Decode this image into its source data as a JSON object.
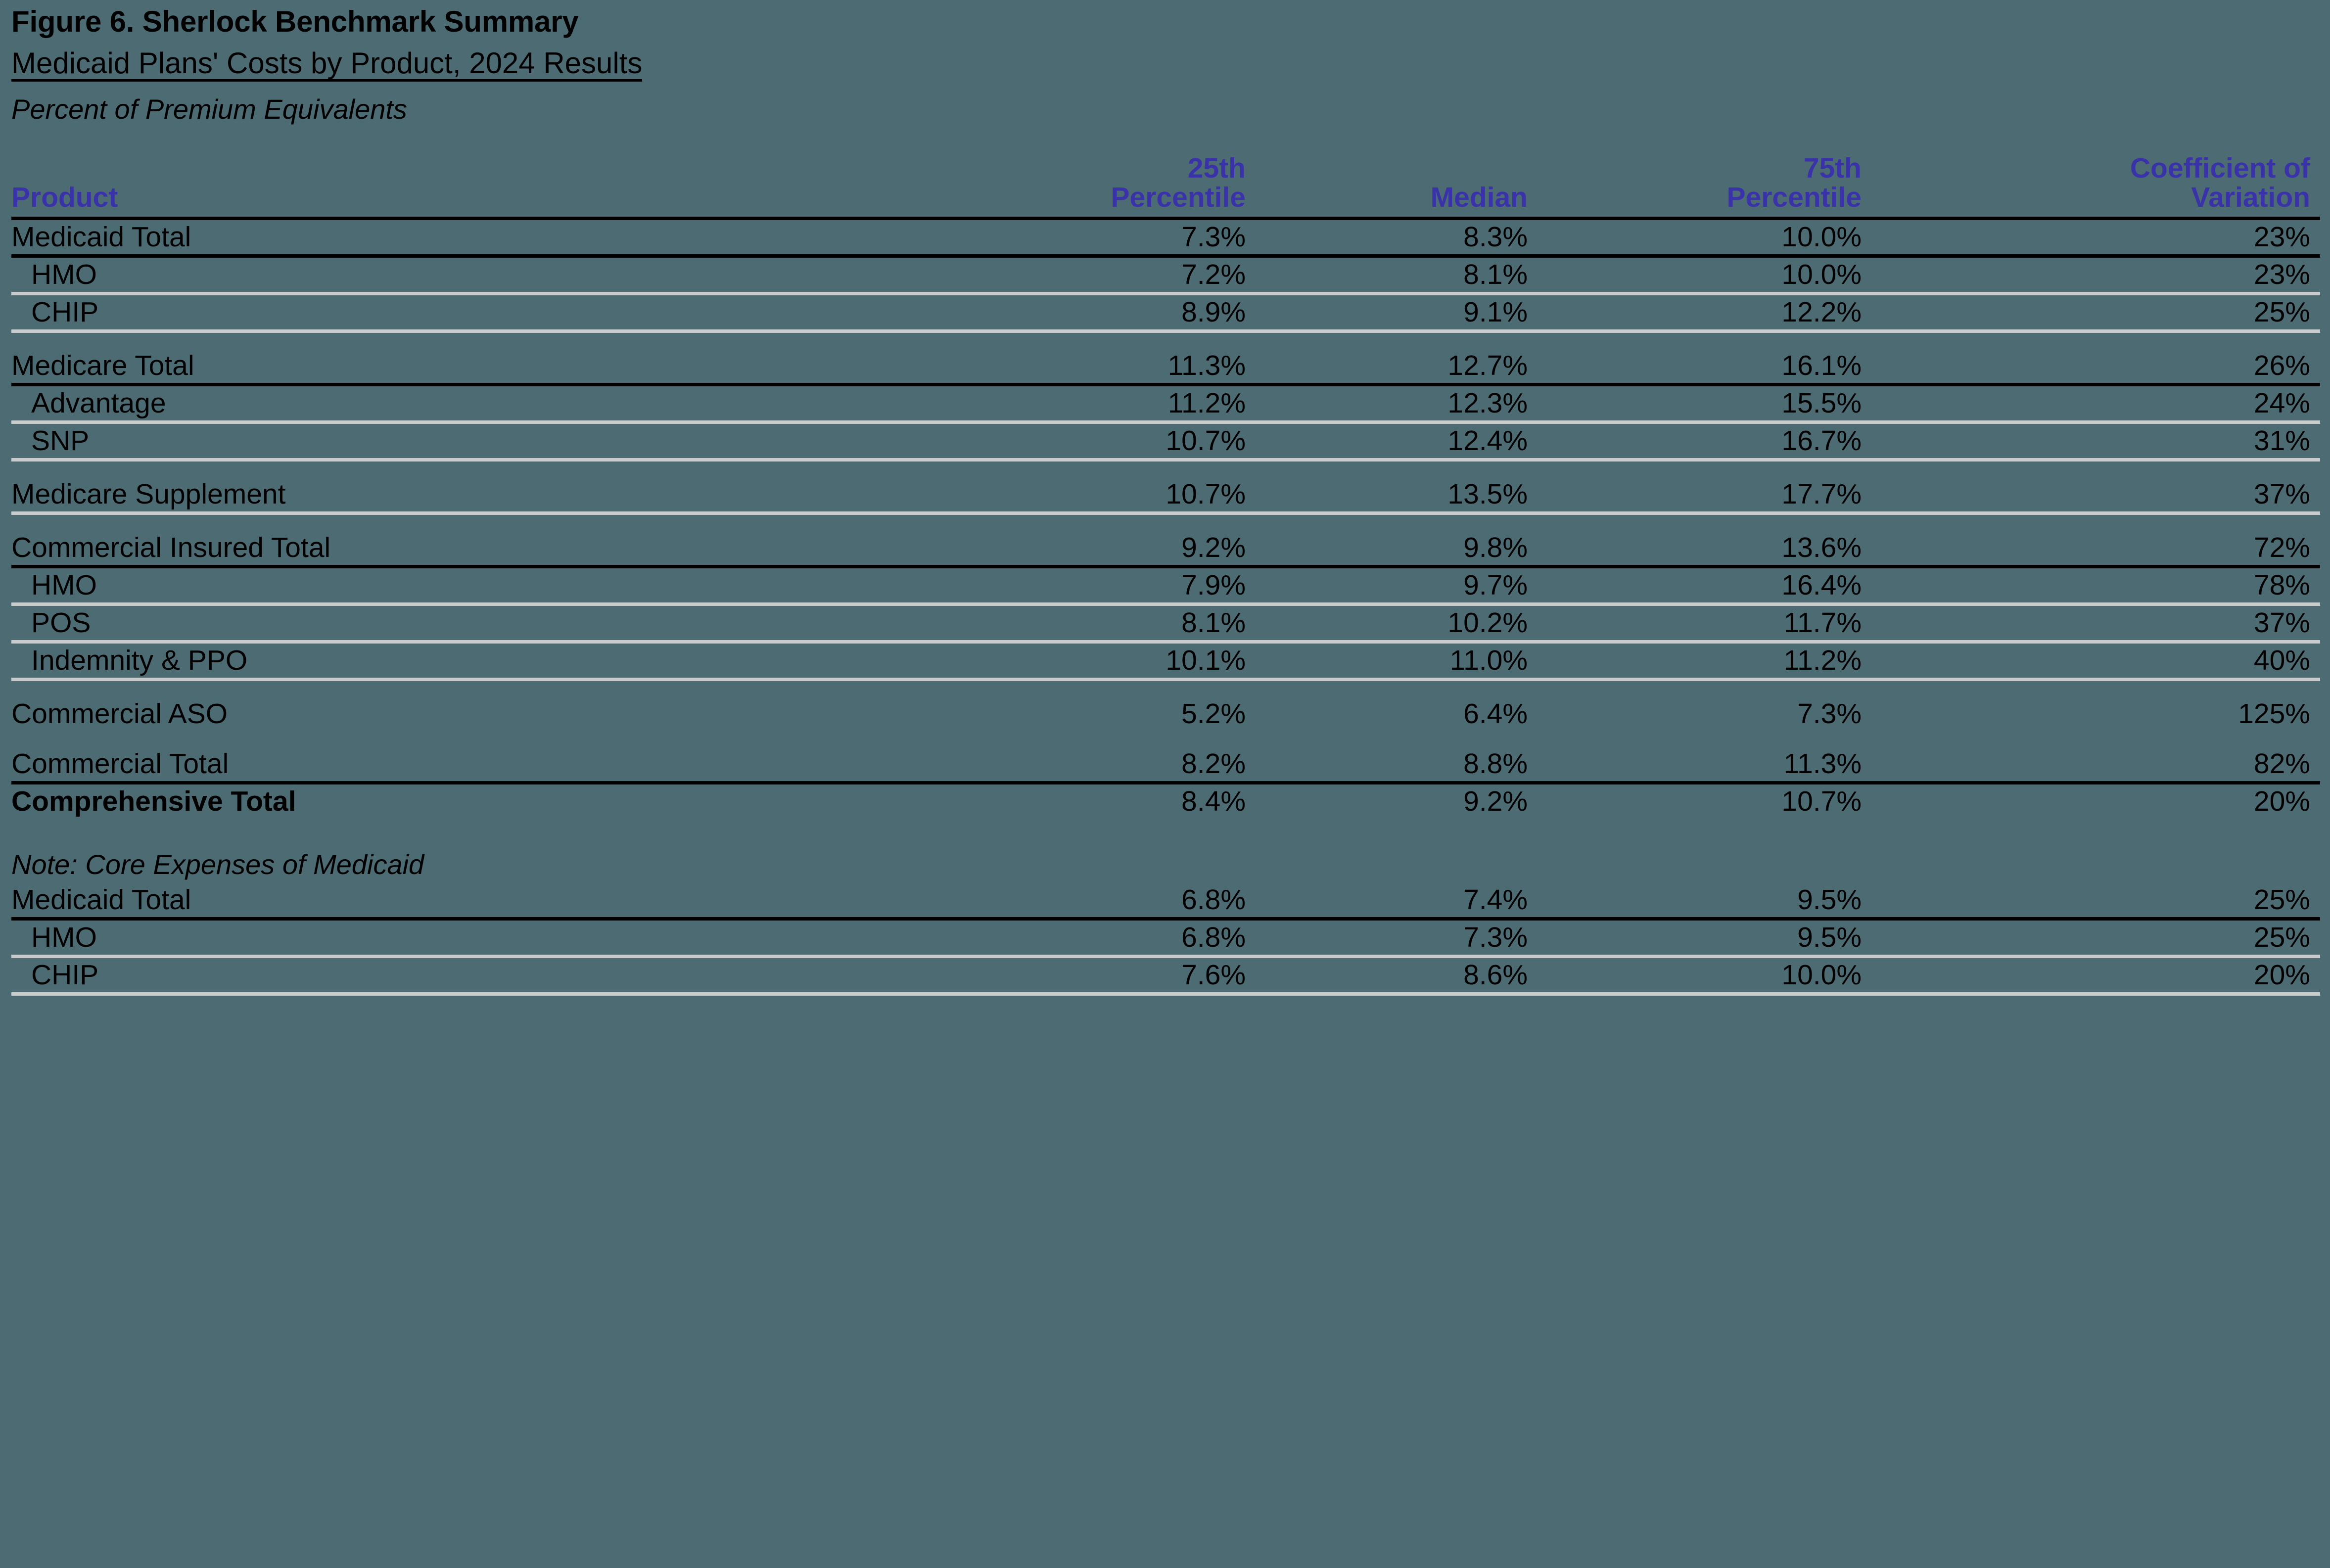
{
  "figure": {
    "title": "Figure 6. Sherlock Benchmark Summary",
    "subtitle": "Medicaid Plans' Costs by Product, 2024 Results",
    "units": "Percent of Premium Equivalents"
  },
  "colors": {
    "background": "#4d6b73",
    "header_text": "#3a32a8",
    "body_text": "#000000",
    "rule_dark": "#000000",
    "rule_light": "#c9cccd"
  },
  "table": {
    "headers": {
      "product": "Product",
      "p25_line1": "25th",
      "p25_line2": "Percentile",
      "median": "Median",
      "p75_line1": "75th",
      "p75_line2": "Percentile",
      "cv_line1": "Coefficient of",
      "cv_line2": "Variation"
    },
    "note_label": "Note: Core Expenses of Medicaid"
  },
  "chart_data": {
    "type": "table",
    "title": "Figure 6. Sherlock Benchmark Summary",
    "subtitle": "Medicaid Plans' Costs by Product, 2024 Results",
    "units": "Percent of Premium Equivalents",
    "columns": [
      "Product",
      "25th Percentile",
      "Median",
      "75th Percentile",
      "Coefficient of Variation"
    ],
    "rows": [
      {
        "product": "Medicaid Total",
        "indent": 0,
        "bold": false,
        "p25": "7.3%",
        "median": "8.3%",
        "p75": "10.0%",
        "cv": "23%",
        "rule": "dark"
      },
      {
        "product": "HMO",
        "indent": 1,
        "bold": false,
        "p25": "7.2%",
        "median": "8.1%",
        "p75": "10.0%",
        "cv": "23%",
        "rule": "light"
      },
      {
        "product": "CHIP",
        "indent": 1,
        "bold": false,
        "p25": "8.9%",
        "median": "9.1%",
        "p75": "12.2%",
        "cv": "25%",
        "rule": "light"
      },
      {
        "product": "Medicare Total",
        "indent": 0,
        "bold": false,
        "p25": "11.3%",
        "median": "12.7%",
        "p75": "16.1%",
        "cv": "26%",
        "rule": "dark"
      },
      {
        "product": "Advantage",
        "indent": 1,
        "bold": false,
        "p25": "11.2%",
        "median": "12.3%",
        "p75": "15.5%",
        "cv": "24%",
        "rule": "light"
      },
      {
        "product": "SNP",
        "indent": 1,
        "bold": false,
        "p25": "10.7%",
        "median": "12.4%",
        "p75": "16.7%",
        "cv": "31%",
        "rule": "light"
      },
      {
        "product": "Medicare Supplement",
        "indent": 0,
        "bold": false,
        "p25": "10.7%",
        "median": "13.5%",
        "p75": "17.7%",
        "cv": "37%",
        "rule": "light"
      },
      {
        "product": "Commercial Insured Total",
        "indent": 0,
        "bold": false,
        "p25": "9.2%",
        "median": "9.8%",
        "p75": "13.6%",
        "cv": "72%",
        "rule": "dark"
      },
      {
        "product": "HMO",
        "indent": 1,
        "bold": false,
        "p25": "7.9%",
        "median": "9.7%",
        "p75": "16.4%",
        "cv": "78%",
        "rule": "light"
      },
      {
        "product": "POS",
        "indent": 1,
        "bold": false,
        "p25": "8.1%",
        "median": "10.2%",
        "p75": "11.7%",
        "cv": "37%",
        "rule": "light"
      },
      {
        "product": "Indemnity & PPO",
        "indent": 1,
        "bold": false,
        "p25": "10.1%",
        "median": "11.0%",
        "p75": "11.2%",
        "cv": "40%",
        "rule": "light"
      },
      {
        "product": "Commercial ASO",
        "indent": 0,
        "bold": false,
        "p25": "5.2%",
        "median": "6.4%",
        "p75": "7.3%",
        "cv": "125%",
        "rule": "none"
      },
      {
        "product": "Commercial Total",
        "indent": 0,
        "bold": false,
        "p25": "8.2%",
        "median": "8.8%",
        "p75": "11.3%",
        "cv": "82%",
        "rule": "dark"
      },
      {
        "product": "Comprehensive Total",
        "indent": 0,
        "bold": true,
        "p25": "8.4%",
        "median": "9.2%",
        "p75": "10.7%",
        "cv": "20%",
        "rule": "none"
      },
      {
        "product": "Medicaid Total",
        "indent": 0,
        "bold": false,
        "p25": "6.8%",
        "median": "7.4%",
        "p75": "9.5%",
        "cv": "25%",
        "rule": "dark"
      },
      {
        "product": "HMO",
        "indent": 1,
        "bold": false,
        "p25": "6.8%",
        "median": "7.3%",
        "p75": "9.5%",
        "cv": "25%",
        "rule": "light"
      },
      {
        "product": "CHIP",
        "indent": 1,
        "bold": false,
        "p25": "7.6%",
        "median": "8.6%",
        "p75": "10.0%",
        "cv": "20%",
        "rule": "light"
      }
    ],
    "note": "Note: Core Expenses of Medicaid"
  },
  "rows": {
    "r0": {
      "product": "Medicaid Total",
      "p25": "7.3%",
      "median": "8.3%",
      "p75": "10.0%",
      "cv": "23%"
    },
    "r1": {
      "product": "HMO",
      "p25": "7.2%",
      "median": "8.1%",
      "p75": "10.0%",
      "cv": "23%"
    },
    "r2": {
      "product": "CHIP",
      "p25": "8.9%",
      "median": "9.1%",
      "p75": "12.2%",
      "cv": "25%"
    },
    "r3": {
      "product": "Medicare Total",
      "p25": "11.3%",
      "median": "12.7%",
      "p75": "16.1%",
      "cv": "26%"
    },
    "r4": {
      "product": "Advantage",
      "p25": "11.2%",
      "median": "12.3%",
      "p75": "15.5%",
      "cv": "24%"
    },
    "r5": {
      "product": "SNP",
      "p25": "10.7%",
      "median": "12.4%",
      "p75": "16.7%",
      "cv": "31%"
    },
    "r6": {
      "product": "Medicare Supplement",
      "p25": "10.7%",
      "median": "13.5%",
      "p75": "17.7%",
      "cv": "37%"
    },
    "r7": {
      "product": "Commercial Insured Total",
      "p25": "9.2%",
      "median": "9.8%",
      "p75": "13.6%",
      "cv": "72%"
    },
    "r8": {
      "product": "HMO",
      "p25": "7.9%",
      "median": "9.7%",
      "p75": "16.4%",
      "cv": "78%"
    },
    "r9": {
      "product": "POS",
      "p25": "8.1%",
      "median": "10.2%",
      "p75": "11.7%",
      "cv": "37%"
    },
    "r10": {
      "product": "Indemnity & PPO",
      "p25": "10.1%",
      "median": "11.0%",
      "p75": "11.2%",
      "cv": "40%"
    },
    "r11": {
      "product": "Commercial ASO",
      "p25": "5.2%",
      "median": "6.4%",
      "p75": "7.3%",
      "cv": "125%"
    },
    "r12": {
      "product": "Commercial Total",
      "p25": "8.2%",
      "median": "8.8%",
      "p75": "11.3%",
      "cv": "82%"
    },
    "r13": {
      "product": "Comprehensive Total",
      "p25": "8.4%",
      "median": "9.2%",
      "p75": "10.7%",
      "cv": "20%"
    },
    "r14": {
      "product": "Medicaid Total",
      "p25": "6.8%",
      "median": "7.4%",
      "p75": "9.5%",
      "cv": "25%"
    },
    "r15": {
      "product": "HMO",
      "p25": "6.8%",
      "median": "7.3%",
      "p75": "9.5%",
      "cv": "25%"
    },
    "r16": {
      "product": "CHIP",
      "p25": "7.6%",
      "median": "8.6%",
      "p75": "10.0%",
      "cv": "20%"
    }
  }
}
